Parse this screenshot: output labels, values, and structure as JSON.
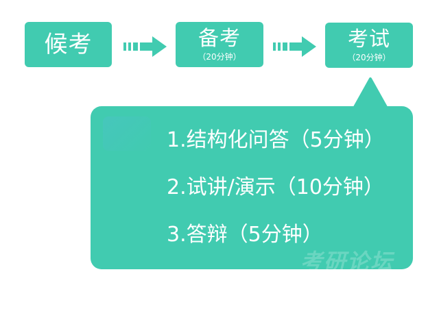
{
  "flow": {
    "steps": [
      {
        "title": "候考",
        "duration": ""
      },
      {
        "title": "备考",
        "duration": "（20分钟）"
      },
      {
        "title": "考试",
        "duration": "（20分钟）"
      }
    ],
    "arrow_icon": "dashed-right-arrow"
  },
  "exam_detail": {
    "items": [
      "1.结构化问答（5分钟）",
      "2.试讲/演示（10分钟）",
      "3.答辩（5分钟）"
    ],
    "watermark": "考研论坛"
  },
  "colors": {
    "accent": "#41cbb0",
    "text": "#ffffff",
    "background": "#ffffff"
  }
}
